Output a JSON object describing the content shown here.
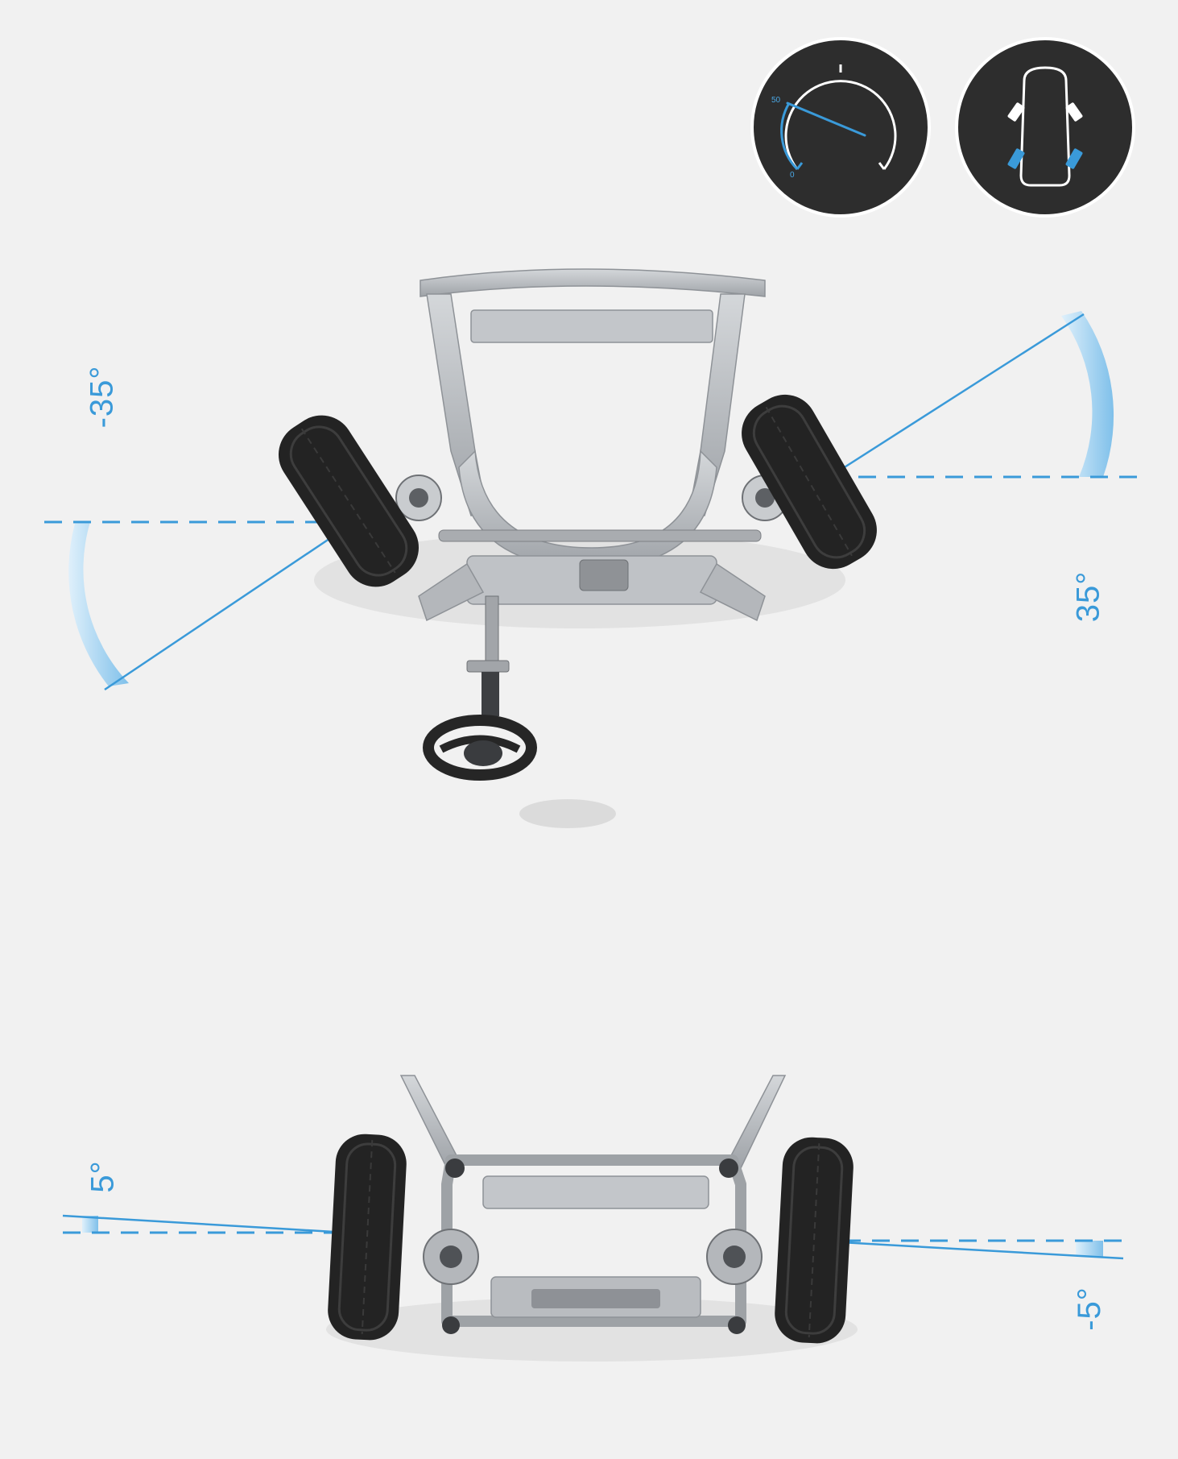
{
  "colors": {
    "background": "#f1f1f1",
    "accent": "#3a9ad9",
    "badge": "#2d2d2d",
    "metal": "#b9bcc0",
    "tire": "#222222"
  },
  "badges": {
    "speed_gauge": {
      "icon": "speedometer-icon",
      "tick_high": "50",
      "tick_low": "0"
    },
    "wheel_diagram": {
      "icon": "car-wheels-icon"
    }
  },
  "front_axle": {
    "left_angle_label": "-35°",
    "right_angle_label": "35°"
  },
  "rear_axle": {
    "left_angle_label": "5°",
    "right_angle_label": "-5°"
  }
}
